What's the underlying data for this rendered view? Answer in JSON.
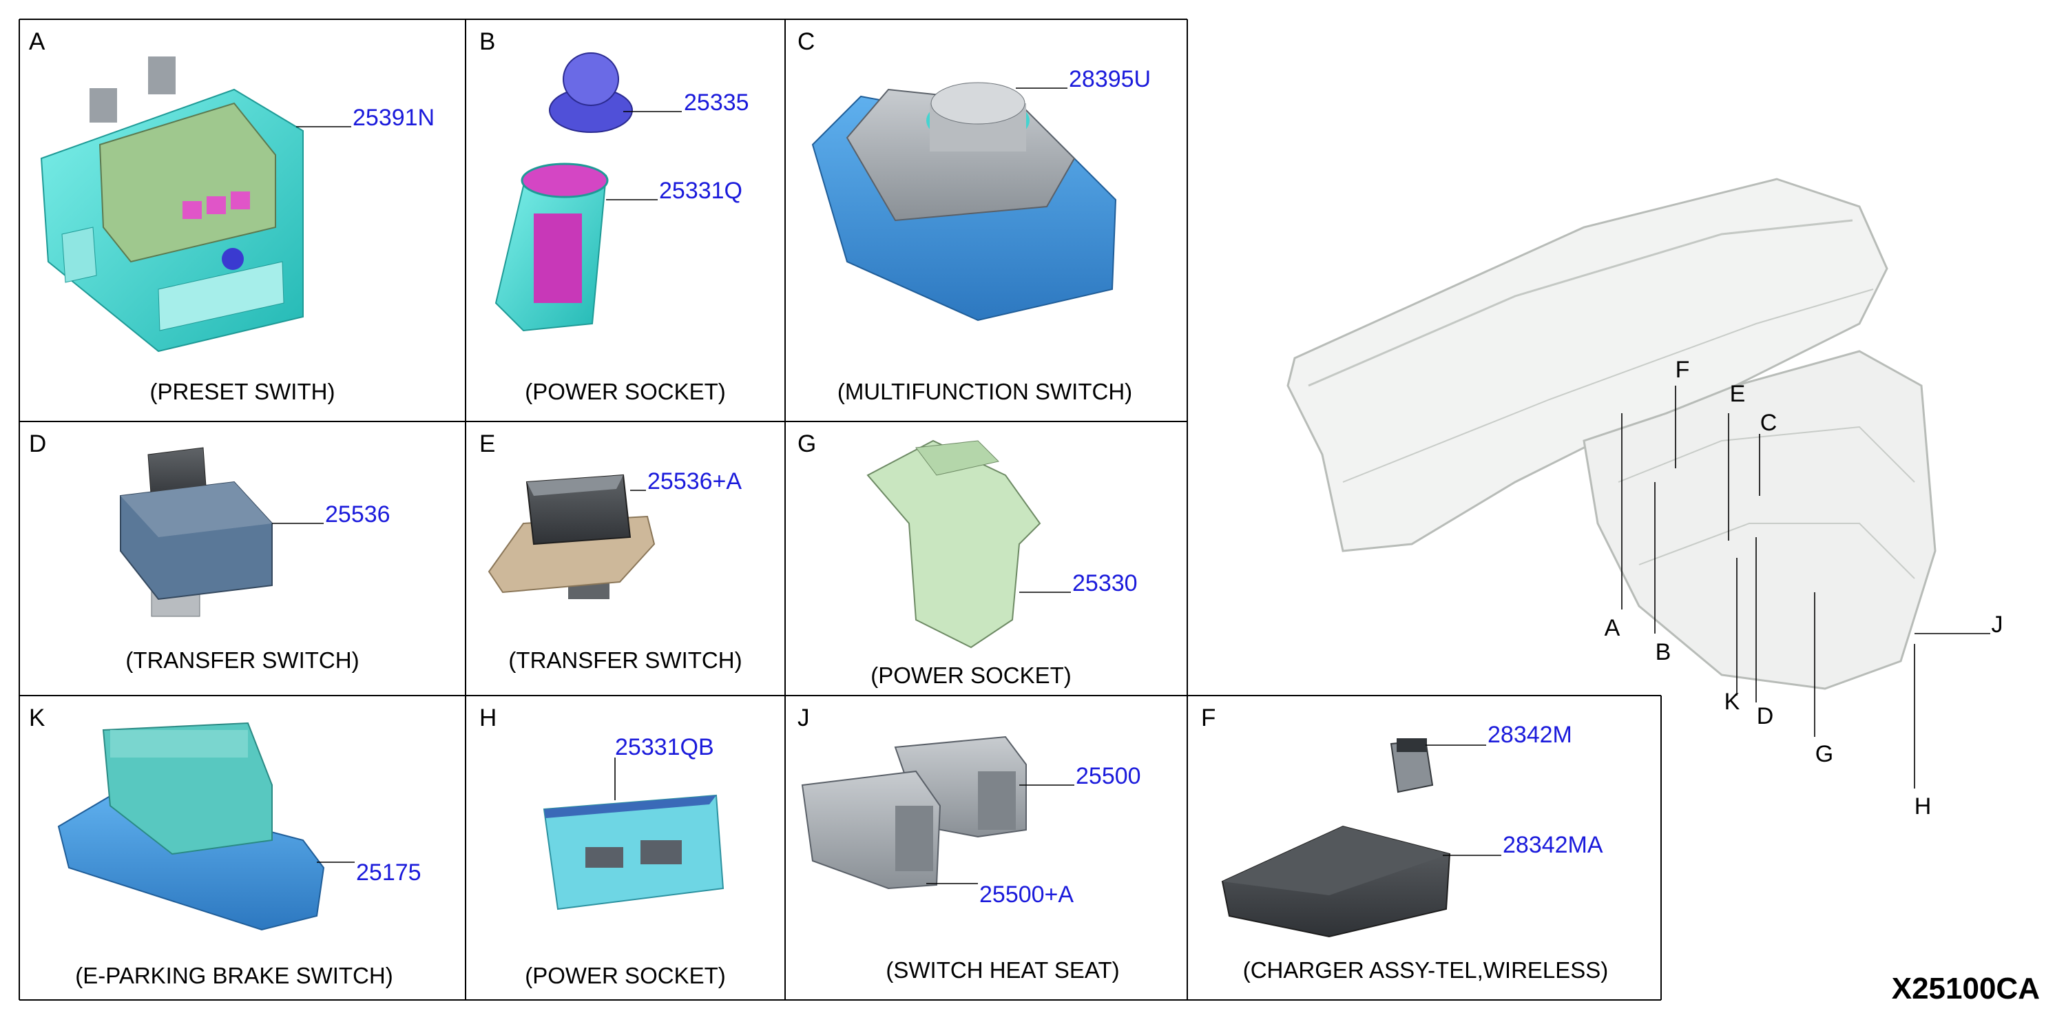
{
  "diagram_code": "X25100CA",
  "panels": {
    "A": {
      "letter": "A",
      "part": "25391N",
      "title": "(PRESET SWITH)"
    },
    "B": {
      "letter": "B",
      "parts": [
        "25335",
        "25331Q"
      ],
      "title": "(POWER SOCKET)"
    },
    "C": {
      "letter": "C",
      "part": "28395U",
      "title": "(MULTIFUNCTION SWITCH)"
    },
    "D": {
      "letter": "D",
      "part": "25536",
      "title": "(TRANSFER SWITCH)"
    },
    "E": {
      "letter": "E",
      "part": "25536+A",
      "title": "(TRANSFER SWITCH)"
    },
    "G": {
      "letter": "G",
      "part": "25330",
      "title": "(POWER SOCKET)"
    },
    "K": {
      "letter": "K",
      "part": "25175",
      "title": "(E-PARKING BRAKE SWITCH)"
    },
    "H": {
      "letter": "H",
      "part": "25331QB",
      "title": "(POWER SOCKET)"
    },
    "J": {
      "letter": "J",
      "parts": [
        "25500",
        "25500+A"
      ],
      "title": "(SWITCH HEAT SEAT)"
    },
    "F": {
      "letter": "F",
      "parts": [
        "28342M",
        "28342MA"
      ],
      "title": "(CHARGER ASSY-TEL,WIRELESS)"
    }
  },
  "dashboard_callouts": [
    "F",
    "E",
    "C",
    "A",
    "B",
    "K",
    "D",
    "G",
    "J",
    "H"
  ],
  "colors": {
    "part_number": "#1a1adb",
    "cyan_part": "#3fd6cf",
    "blue_part": "#3a8fd8",
    "gray_part": "#9aa0a6",
    "green_part": "#c9e6c0"
  }
}
